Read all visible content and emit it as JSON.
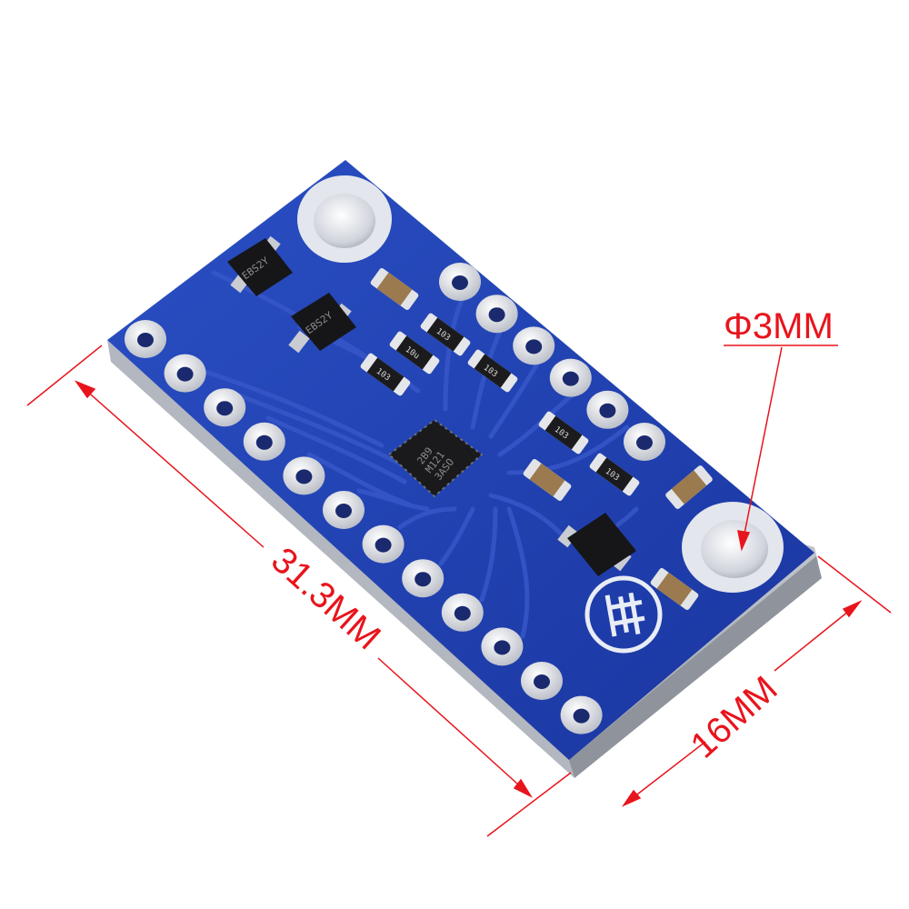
{
  "dimensions": {
    "length_label": "31.3MM",
    "width_label": "16MM",
    "hole_label": "Φ3MM",
    "line_color": "#e8141c"
  },
  "board": {
    "pcb_color": "#1f3fae",
    "pad_color": "#d9dde6",
    "main_chip_text": [
      "2B9",
      "M121",
      "3ASO"
    ],
    "transistor_labels": [
      "EBS2Y",
      "EBS2Y"
    ],
    "resistor_labels": [
      "103",
      "10u",
      "103",
      "103",
      "103",
      "103"
    ],
    "logo_icon": "mosfet-symbol-logo-icon"
  }
}
